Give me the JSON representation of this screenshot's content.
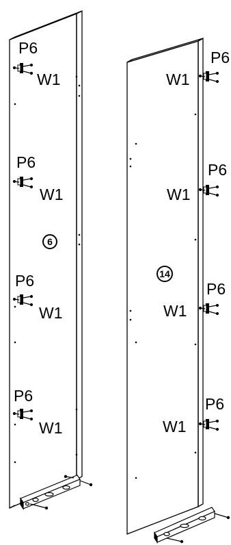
{
  "panel_left": {
    "part_number": "6",
    "hardware": [
      {
        "top_label": "P6",
        "side_label": "W1"
      },
      {
        "top_label": "P6",
        "side_label": "W1"
      },
      {
        "top_label": "P6",
        "side_label": "W1"
      },
      {
        "top_label": "P6",
        "side_label": "W1"
      }
    ]
  },
  "panel_right": {
    "part_number": "14",
    "hardware": [
      {
        "top_label": "P6",
        "side_label": "W1"
      },
      {
        "top_label": "P6",
        "side_label": "W1"
      },
      {
        "top_label": "P6",
        "side_label": "W1"
      },
      {
        "top_label": "P6",
        "side_label": "W1"
      }
    ]
  },
  "colors": {
    "line": "#000000",
    "background": "#ffffff"
  }
}
